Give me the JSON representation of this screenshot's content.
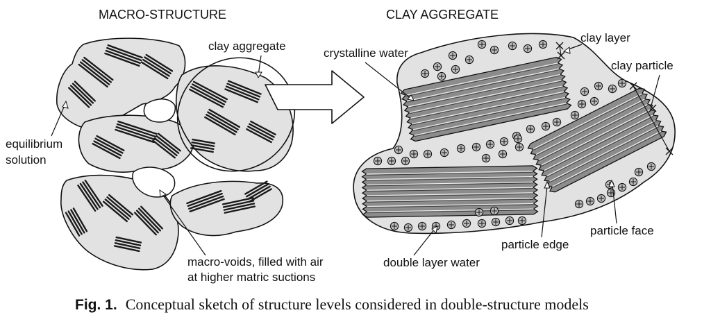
{
  "macro": {
    "title": "MACRO-STRUCTURE",
    "labels": {
      "clay_aggregate": "clay aggregate",
      "equilibrium_line1": "equilibrium",
      "equilibrium_line2": "solution",
      "voids_line1": "macro-voids, filled with air",
      "voids_line2": "at higher matric suctions"
    }
  },
  "aggregate": {
    "title": "CLAY AGGREGATE",
    "labels": {
      "crystalline_water": "crystalline water",
      "clay_layer": "clay layer",
      "clay_particle": "clay particle",
      "particle_edge": "particle edge",
      "particle_face": "particle face",
      "double_layer_water": "double layer water"
    }
  },
  "caption": {
    "label": "Fig. 1.",
    "text": "Conceptual sketch of structure levels considered in double-structure models"
  },
  "colors": {
    "aggregate_fill": "#e2e2e2",
    "particle_fill": "#8c8c8c",
    "ion_fill": "#bdbdbd",
    "outline": "#111111"
  }
}
